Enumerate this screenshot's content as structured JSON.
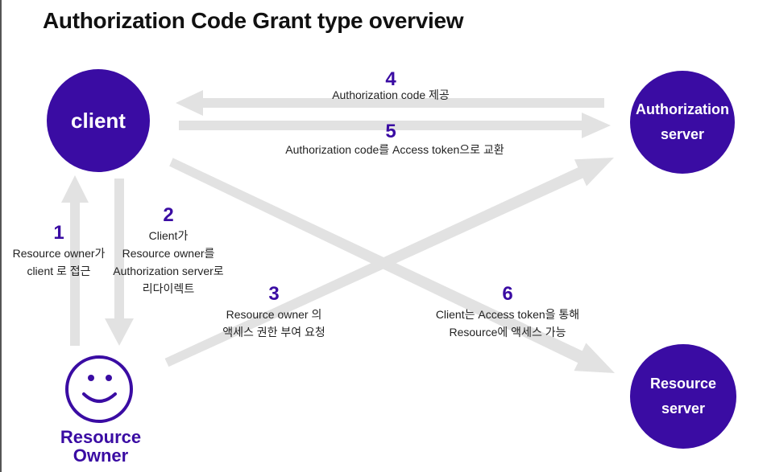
{
  "title": "Authorization Code Grant type overview",
  "colors": {
    "primary": "#3a0ca3",
    "arrow": "#e2e2e2",
    "text": "#222222"
  },
  "nodes": {
    "client": "client",
    "auth_server": "Authorization\nserver",
    "resource_server": "Resource\nserver",
    "resource_owner": "Resource\nOwner",
    "resource_owner_icon": "smiley-face-icon"
  },
  "steps": [
    {
      "num": "1",
      "text": "Resource owner가\nclient 로 접근"
    },
    {
      "num": "2",
      "text": "Client가\nResource owner를\nAuthorization server로\n리다이렉트"
    },
    {
      "num": "3",
      "text": "Resource owner 의\n액세스 권한 부여 요청"
    },
    {
      "num": "4",
      "text": "Authorization code 제공"
    },
    {
      "num": "5",
      "text": "Authorization code를 Access token으로 교환"
    },
    {
      "num": "6",
      "text": "Client는 Access token을 통해\nResource에 액세스 가능"
    }
  ]
}
